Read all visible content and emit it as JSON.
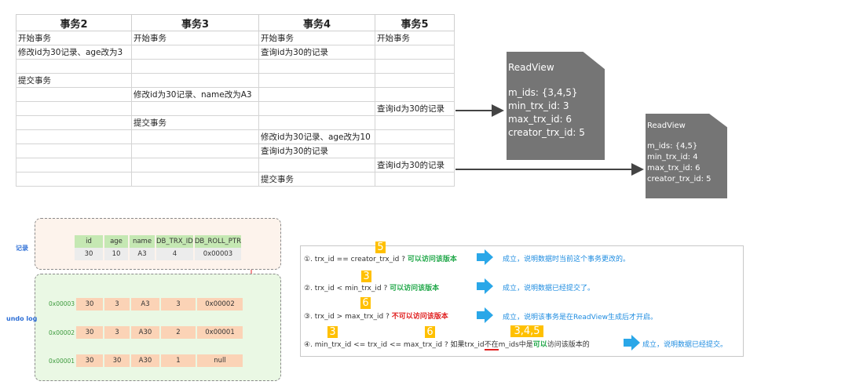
{
  "transaction_table": {
    "headers": [
      "事务2",
      "事务3",
      "事务4",
      "事务5"
    ],
    "rows": [
      [
        "开始事务",
        "开始事务",
        "开始事务",
        "开始事务"
      ],
      [
        "修改id为30记录、age改为3",
        "",
        "查询id为30的记录",
        ""
      ],
      [
        "",
        "",
        "",
        ""
      ],
      [
        "提交事务",
        "",
        "",
        ""
      ],
      [
        "",
        "修改id为30记录、name改为A3",
        "",
        ""
      ],
      [
        "",
        "",
        "",
        "查询id为30的记录"
      ],
      [
        "",
        "提交事务",
        "",
        ""
      ],
      [
        "",
        "",
        "修改id为30记录、age改为10",
        ""
      ],
      [
        "",
        "",
        "查询id为30的记录",
        ""
      ],
      [
        "",
        "",
        "",
        "查询id为30的记录"
      ],
      [
        "",
        "",
        "提交事务",
        ""
      ]
    ]
  },
  "readviews": [
    {
      "title": "ReadView",
      "lines": [
        "m_ids: {3,4,5}",
        "min_trx_id: 3",
        "max_trx_id: 6",
        "creator_trx_id: 5"
      ]
    },
    {
      "title": "ReadView",
      "lines": [
        "m_ids: {4,5}",
        "min_trx_id: 4",
        "max_trx_id: 6",
        "creator_trx_id: 5"
      ]
    }
  ],
  "undo_section": {
    "record_label": "记录",
    "undolog_label": "undo log",
    "columns": [
      "id",
      "age",
      "name",
      "DB_TRX_ID",
      "DB_ROLL_PTR"
    ],
    "record": [
      "30",
      "10",
      "A3",
      "4",
      "0x00003"
    ],
    "undo_rows": [
      {
        "addr": "0x00003",
        "values": [
          "30",
          "3",
          "A3",
          "3",
          "0x00002"
        ]
      },
      {
        "addr": "0x00002",
        "values": [
          "30",
          "3",
          "A30",
          "2",
          "0x00001"
        ]
      },
      {
        "addr": "0x00001",
        "values": [
          "30",
          "30",
          "A30",
          "1",
          "null"
        ]
      }
    ]
  },
  "rules": {
    "r1": {
      "text": "①. trx_id  == creator_trx_id ? ",
      "verdict": "可以访问该版本",
      "badge": "5",
      "result": "成立，说明数据时当前这个事务更改的。"
    },
    "r2": {
      "text": "②. trx_id < min_trx_id ? ",
      "verdict": "可以访问该版本",
      "badge": "3",
      "result": "成立，说明数据已经提交了。"
    },
    "r3": {
      "text": "③. trx_id > max_trx_id ? ",
      "verdict": "不可以访问该版本",
      "badge": "6",
      "result": "成立，说明该事务是在ReadView生成后才开启。"
    },
    "r4": {
      "text": "④. min_trx_id <= trx_id <= max_trx_id ?  如果trx_id",
      "not_in": "不在",
      "mid": "m_ids中是",
      "verdict": "可以",
      "tail": "访问该版本的",
      "badge_a": "3",
      "badge_b": "6",
      "badge_c": "3,4,5",
      "result": "成立，说明数据已经提交。"
    }
  },
  "colors": {
    "readview_bg": "#757575",
    "arrow_blue": "#2aa7e8",
    "badge": "#ffc000",
    "green": "#22a84a",
    "red": "#e02020",
    "pointer_red": "#e02020"
  }
}
